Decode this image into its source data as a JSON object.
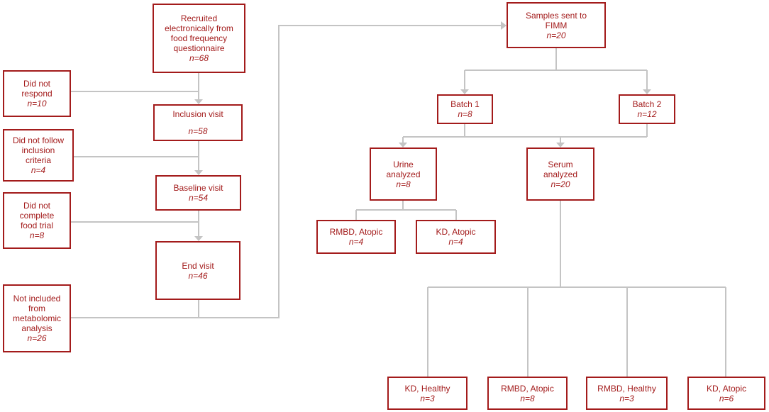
{
  "colors": {
    "box_border": "#a31b1b",
    "box_text": "#a31b1b",
    "connector": "#c4c4c4"
  },
  "flow": {
    "recruited": {
      "label": "Recruited\nelectronically from\nfood frequency\nquestionnaire",
      "count": "n=68"
    },
    "did_not_respond": {
      "label": "Did not\nrespond",
      "count": "n=10"
    },
    "inclusion": {
      "label": "Inclusion visit",
      "count": "n=58"
    },
    "did_not_follow": {
      "label": "Did not follow\ninclusion\ncriteria",
      "count": "n=4"
    },
    "baseline": {
      "label": "Baseline visit",
      "count": "n=54"
    },
    "did_not_complete": {
      "label": "Did not\ncomplete\nfood trial",
      "count": "n=8"
    },
    "end_visit": {
      "label": "End visit",
      "count": "n=46"
    },
    "not_included": {
      "label": "Not included\nfrom\nmetabolomic\nanalysis",
      "count": "n=26"
    },
    "samples_sent": {
      "label": "Samples sent to\nFIMM",
      "count": "n=20"
    },
    "batch1": {
      "label": "Batch 1",
      "count": "n=8"
    },
    "batch2": {
      "label": "Batch 2",
      "count": "n=12"
    },
    "urine": {
      "label": "Urine\nanalyzed",
      "count": "n=8"
    },
    "serum": {
      "label": "Serum\nanalyzed",
      "count": "n=20"
    },
    "urine_rmbd_atopic": {
      "label": "RMBD, Atopic",
      "count": "n=4"
    },
    "urine_kd_atopic": {
      "label": "KD, Atopic",
      "count": "n=4"
    },
    "serum_kd_healthy": {
      "label": "KD, Healthy",
      "count": "n=3"
    },
    "serum_rmbd_atopic": {
      "label": "RMBD, Atopic",
      "count": "n=8"
    },
    "serum_rmbd_healthy": {
      "label": "RMBD, Healthy",
      "count": "n=3"
    },
    "serum_kd_atopic": {
      "label": "KD, Atopic",
      "count": "n=6"
    }
  }
}
